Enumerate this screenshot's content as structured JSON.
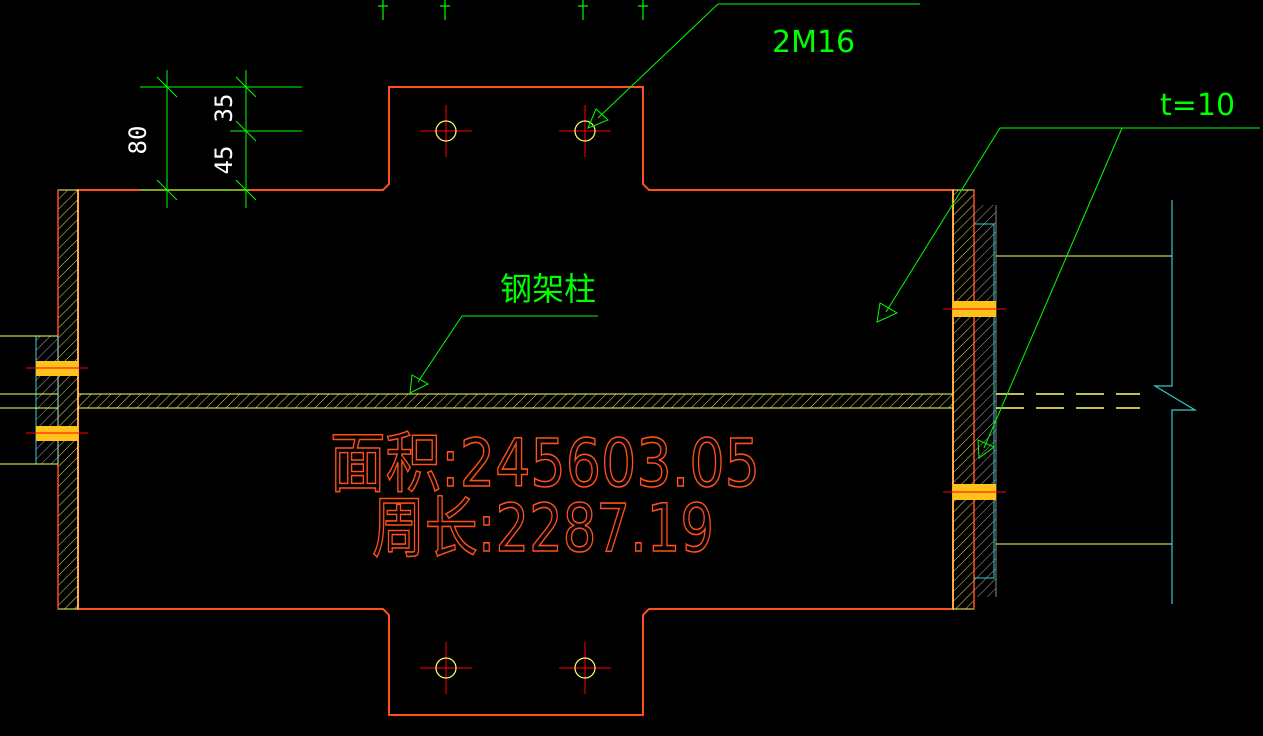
{
  "drawing": {
    "labels": {
      "bolts": "2M16",
      "thickness": "t=10",
      "column": "钢架柱"
    },
    "dimensions": {
      "total": "80",
      "upper": "35",
      "lower": "45"
    },
    "measurements": {
      "area": "面积:245603.05",
      "perimeter": "周长:2287.19"
    }
  },
  "colors": {
    "background": "#000000",
    "outline": "#ff4f1a",
    "leader": "#00ff00",
    "yellow": "#ffff66",
    "cyan": "#33cccc",
    "hatch": "#ffff66",
    "weld": "#ffc21a",
    "bolt_cross": "#ff0000",
    "dim_text": "#ffffff"
  }
}
